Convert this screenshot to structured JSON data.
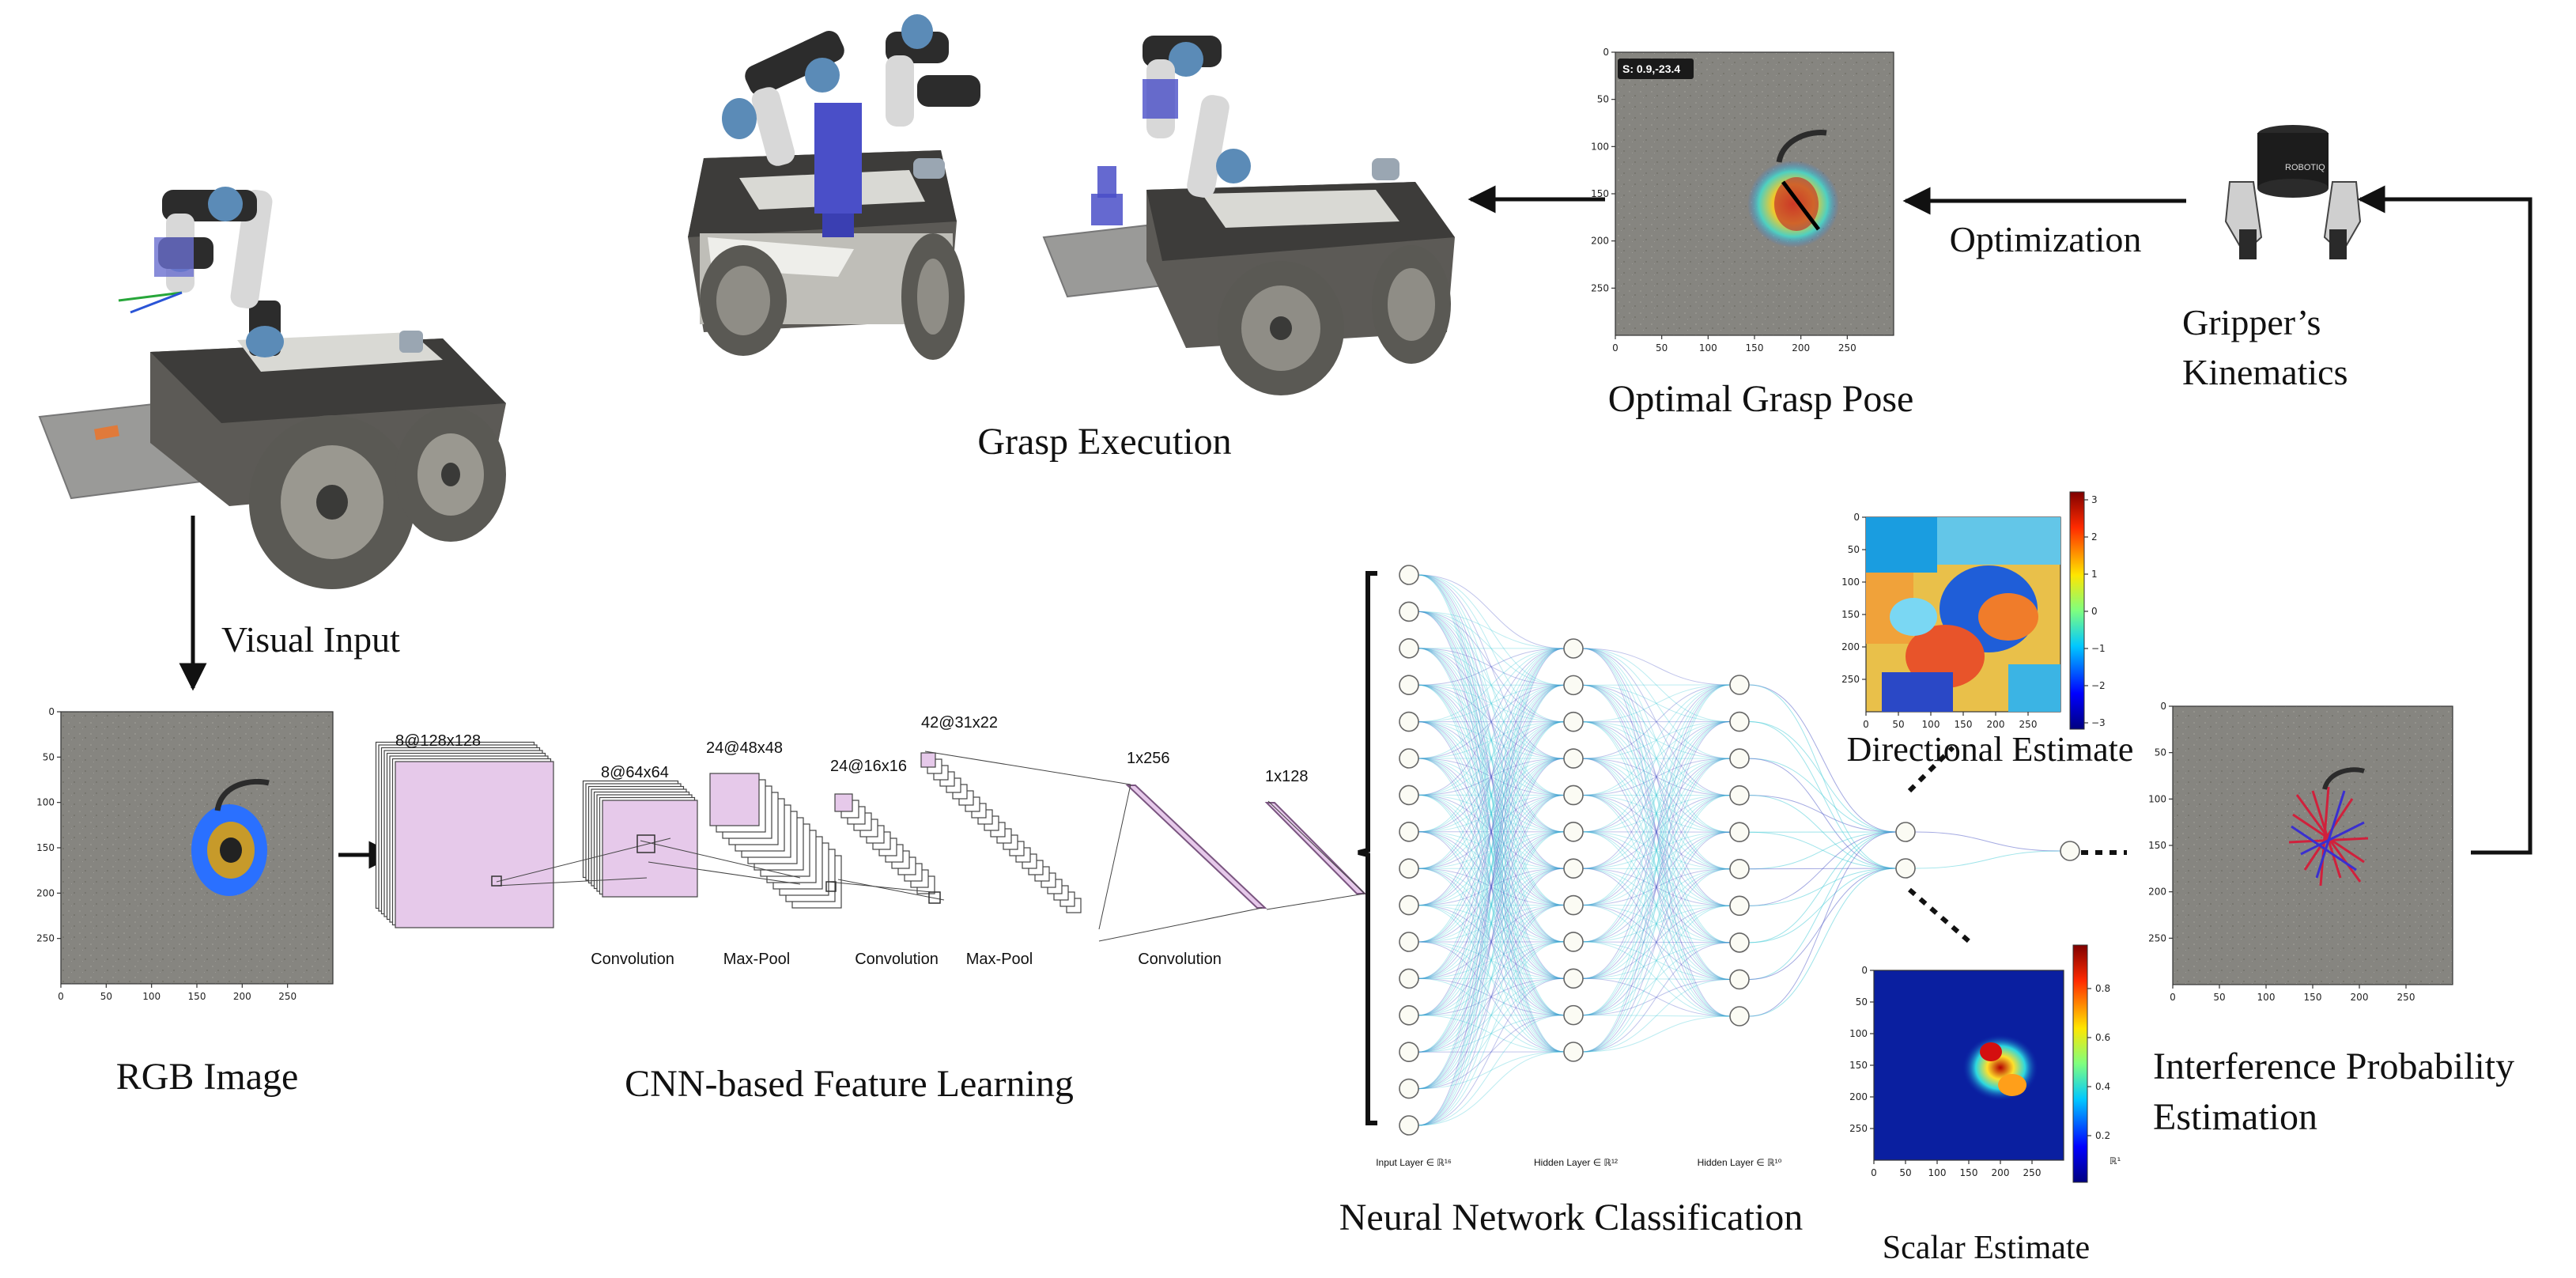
{
  "captions": {
    "visual_input": "Visual Input",
    "rgb_image": "RGB Image",
    "cnn_feature_learning": "CNN-based Feature Learning",
    "neural_network_classification": "Neural Network Classification",
    "scalar_estimate": "Scalar Estimate",
    "directional_estimate": "Directional Estimate",
    "interference_probability": [
      "Interference Probability",
      "Estimation"
    ],
    "grippers_kinematics": [
      "Gripper’s",
      "Kinematics"
    ],
    "optimization": "Optimization",
    "optimal_grasp_pose": "Optimal Grasp Pose",
    "grasp_execution": "Grasp Execution"
  },
  "cnn": {
    "layers": [
      "8@128x128",
      "8@64x64",
      "24@48x48",
      "24@16x16",
      "42@31x22",
      "1x256",
      "1x128"
    ],
    "operations": [
      "Convolution",
      "Max-Pool",
      "Convolution",
      "Max-Pool",
      "Convolution"
    ]
  },
  "nn": {
    "layer_labels": [
      "Input Layer ∈ ℝ¹⁶",
      "Hidden Layer ∈ ℝ¹²",
      "Hidden Layer ∈ ℝ¹⁰"
    ],
    "output_label": "ℝ¹",
    "node_counts": [
      16,
      12,
      10,
      2,
      1
    ]
  },
  "plots": {
    "image_ticks": [
      "0",
      "50",
      "100",
      "150",
      "200",
      "250"
    ],
    "grasp_badge": "S: 0.9,-23.4",
    "directional_colorbar": [
      "3",
      "2",
      "1",
      "0",
      "−1",
      "−2",
      "−3"
    ],
    "scalar_colorbar": [
      "0.8",
      "0.6",
      "0.4",
      "0.2"
    ]
  },
  "colors": {
    "cnn_fill": "#e6c9ea",
    "cnn_stroke": "#7a5580",
    "arrow": "#111111",
    "nn_edge_blue": "#4a56c6",
    "nn_edge_cyan": "#3ec9d6",
    "floor_gray": "#8a8a86"
  }
}
